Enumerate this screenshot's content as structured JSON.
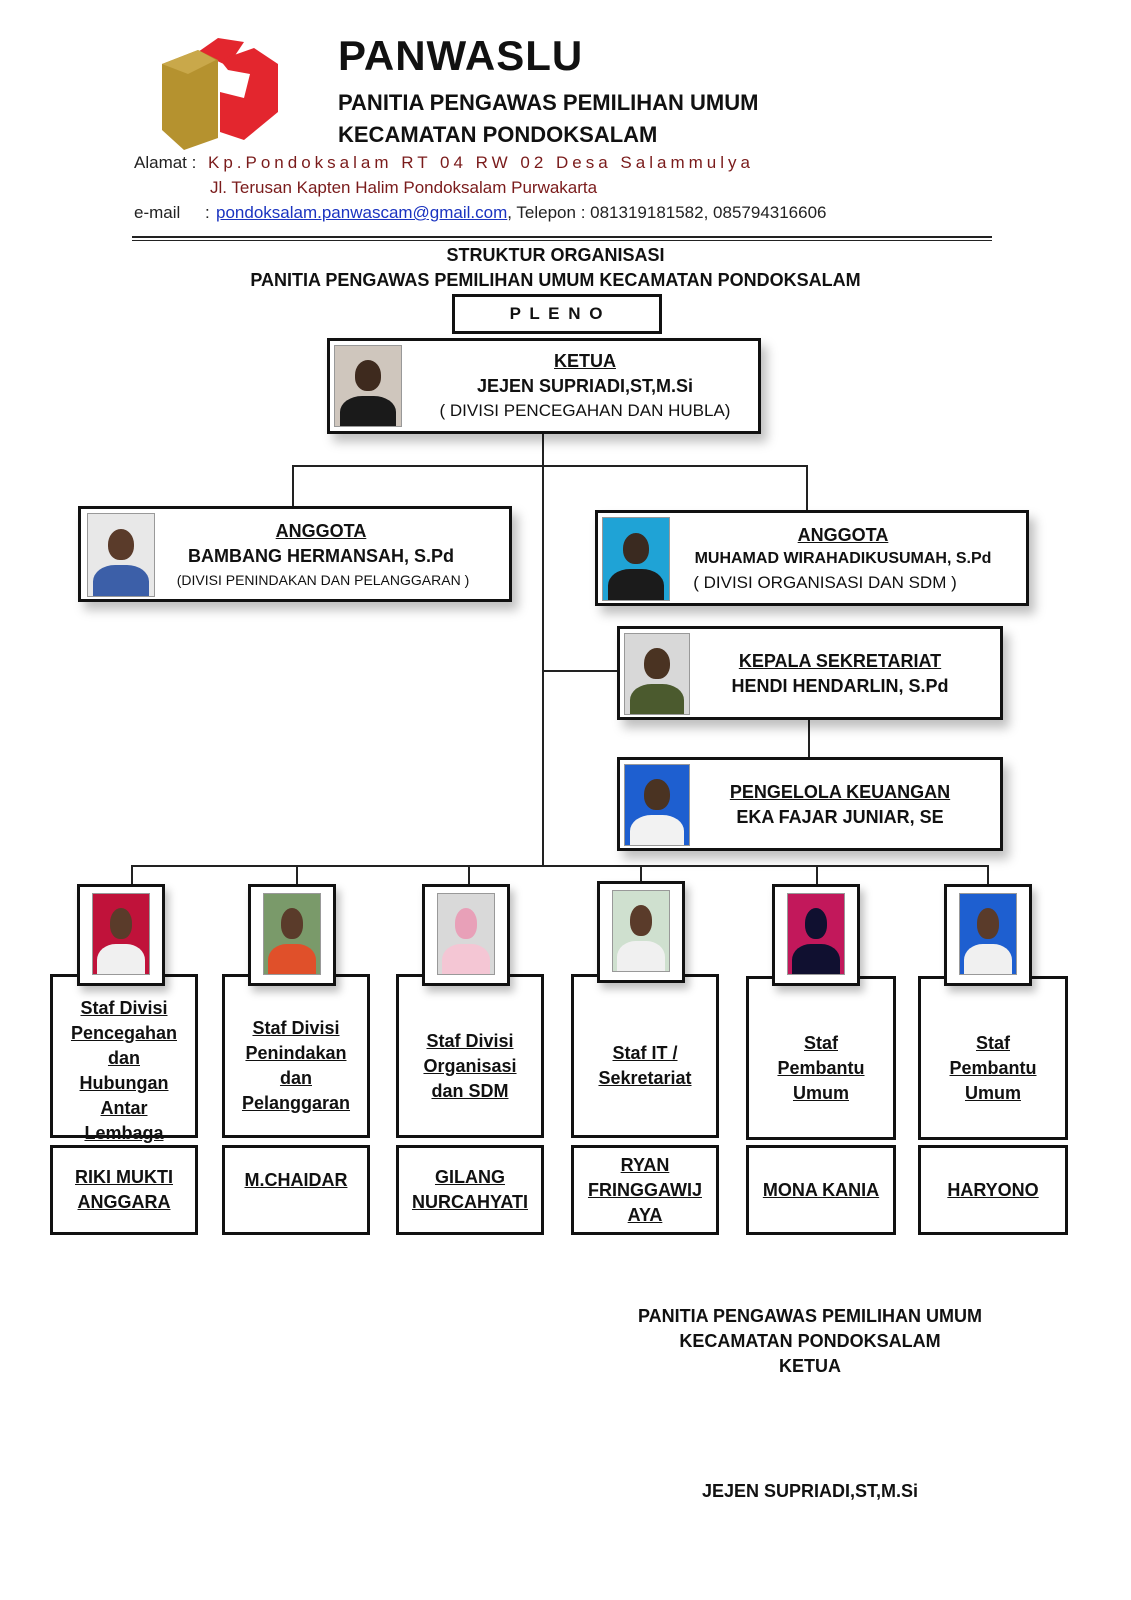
{
  "header": {
    "title": "PANWASLU",
    "subtitle1": "PANITIA PENGAWAS PEMILIHAN UMUM",
    "subtitle2": "KECAMATAN PONDOKSALAM",
    "alamat_label": "Alamat :",
    "alamat_line1": "Kp.Pondoksalam RT 04 RW 02 Desa Salammulya",
    "alamat_line2": "Jl. Terusan Kapten Halim Pondoksalam Purwakarta",
    "email_label": "e-mail",
    "email_colon": ":",
    "email": "pondoksalam.panwascam@gmail.com",
    "telepon": ", Telepon : 081319181582, 085794316606"
  },
  "doc": {
    "heading1": "STRUKTUR ORGANISASI",
    "heading2": "PANITIA PENGAWAS PEMILIHAN UMUM KECAMATAN PONDOKSALAM",
    "pleno": "P L E N O"
  },
  "ketua": {
    "role": "KETUA",
    "name": "JEJEN SUPRIADI,ST,M.Si",
    "division": "( DIVISI PENCEGAHAN DAN HUBLA)"
  },
  "anggota_left": {
    "role": "ANGGOTA",
    "name": "BAMBANG HERMANSAH, S.Pd",
    "division": "(DIVISI PENINDAKAN DAN PELANGGARAN )"
  },
  "anggota_right": {
    "role": "ANGGOTA",
    "name": "MUHAMAD WIRAHADIKUSUMAH, S.Pd",
    "division": "( DIVISI ORGANISASI DAN SDM )"
  },
  "sekretariat": {
    "role": "KEPALA SEKRETARIAT",
    "name": "HENDI HENDARLIN, S.Pd"
  },
  "keuangan": {
    "role": "PENGELOLA KEUANGAN",
    "name": "EKA FAJAR JUNIAR, SE"
  },
  "staff": [
    {
      "role": [
        "Staf Divisi",
        "Pencegahan",
        "dan",
        "Hubungan",
        "Antar",
        "Lembaga"
      ],
      "name": [
        "RIKI MUKTI",
        "ANGGARA"
      ],
      "bg": "#c0123a"
    },
    {
      "role": [
        "Staf Divisi",
        "Penindakan",
        "dan",
        "Pelanggaran"
      ],
      "name": [
        "M.CHAIDAR"
      ],
      "bg": "#7a9a6a"
    },
    {
      "role": [
        "Staf Divisi",
        "Organisasi",
        "dan SDM"
      ],
      "name": [
        "GILANG",
        "NURCAHYATI"
      ],
      "bg": "#d9d9d9"
    },
    {
      "role": [
        "Staf IT /",
        "Sekretariat"
      ],
      "name": [
        "RYAN",
        "FRINGGAWIJ",
        "AYA"
      ],
      "bg": "#cfe0cf"
    },
    {
      "role": [
        "Staf",
        "Pembantu",
        "Umum"
      ],
      "name": [
        "MONA KANIA"
      ],
      "bg": "#c2185b"
    },
    {
      "role": [
        "Staf",
        "Pembantu",
        "Umum"
      ],
      "name": [
        "HARYONO"
      ],
      "bg": "#1e5fd0"
    }
  ],
  "signature": {
    "line1": "PANITIA PENGAWAS PEMILIHAN UMUM",
    "line2": "KECAMATAN PONDOKSALAM",
    "line3": "KETUA",
    "name": "JEJEN SUPRIADI,ST,M.Si"
  },
  "colors": {
    "logo_gold": "#b5922f",
    "logo_red": "#e3262e",
    "address_red": "#7a1b1b",
    "link_blue": "#1a33c0"
  }
}
